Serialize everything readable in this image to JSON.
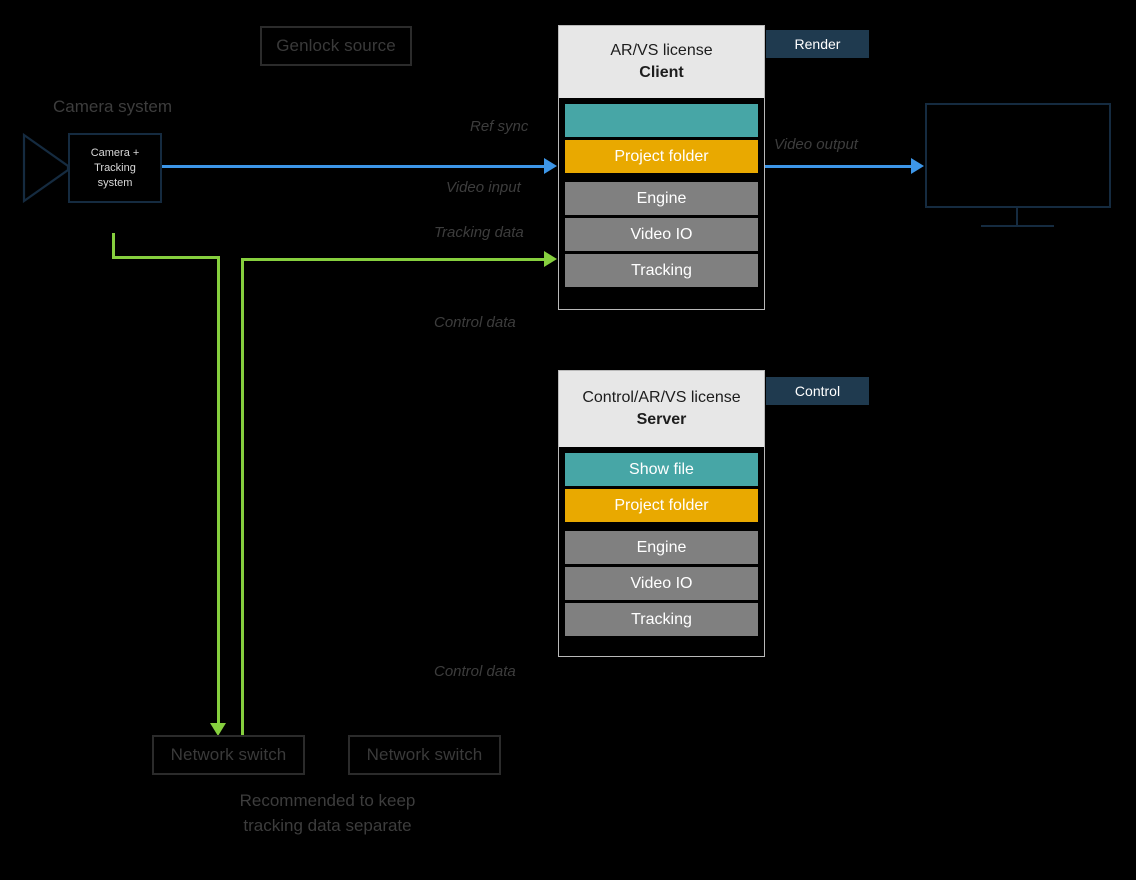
{
  "diagram": {
    "title": "AR/VS Client-Server system topology",
    "colors": {
      "teal": "#47a6a6",
      "orange": "#e9a900",
      "gray": "#808080",
      "badge_navy": "#1f3a4f",
      "video_blue": "#3d96e8",
      "data_green": "#86cf3e",
      "outline_navy": "#152b40",
      "header_gray": "#e7e7e7",
      "background": "#000000"
    }
  },
  "genlock": {
    "label": "Genlock source"
  },
  "camera": {
    "group_label": "Camera system",
    "box_label": "Camera +\nTracking\nsystem",
    "icon": "video-camera-icon"
  },
  "client": {
    "license": "AR/VS license",
    "role": "Client",
    "badge": "Render",
    "bars": [
      {
        "label": "",
        "color": "teal"
      },
      {
        "label": "Project folder",
        "color": "orange"
      },
      {
        "label": "Engine",
        "color": "gray"
      },
      {
        "label": "Video IO",
        "color": "gray"
      },
      {
        "label": "Tracking",
        "color": "gray"
      }
    ]
  },
  "server": {
    "license": "Control/AR/VS license",
    "role": "Server",
    "badge": "Control",
    "bars": [
      {
        "label": "Show file",
        "color": "teal"
      },
      {
        "label": "Project folder",
        "color": "orange"
      },
      {
        "label": "Engine",
        "color": "gray"
      },
      {
        "label": "Video IO",
        "color": "gray"
      },
      {
        "label": "Tracking",
        "color": "gray"
      }
    ]
  },
  "monitor": {
    "name": "display-monitor"
  },
  "edge_labels": {
    "ref_sync": "Ref sync",
    "video_input": "Video input",
    "tracking_data": "Tracking data",
    "control_data_top": "Control data",
    "control_data_bottom": "Control data",
    "video_output": "Video output"
  },
  "network": {
    "switch_left": "Network switch",
    "switch_right": "Network switch",
    "caption": "Recommended to keep\ntracking data separate"
  }
}
